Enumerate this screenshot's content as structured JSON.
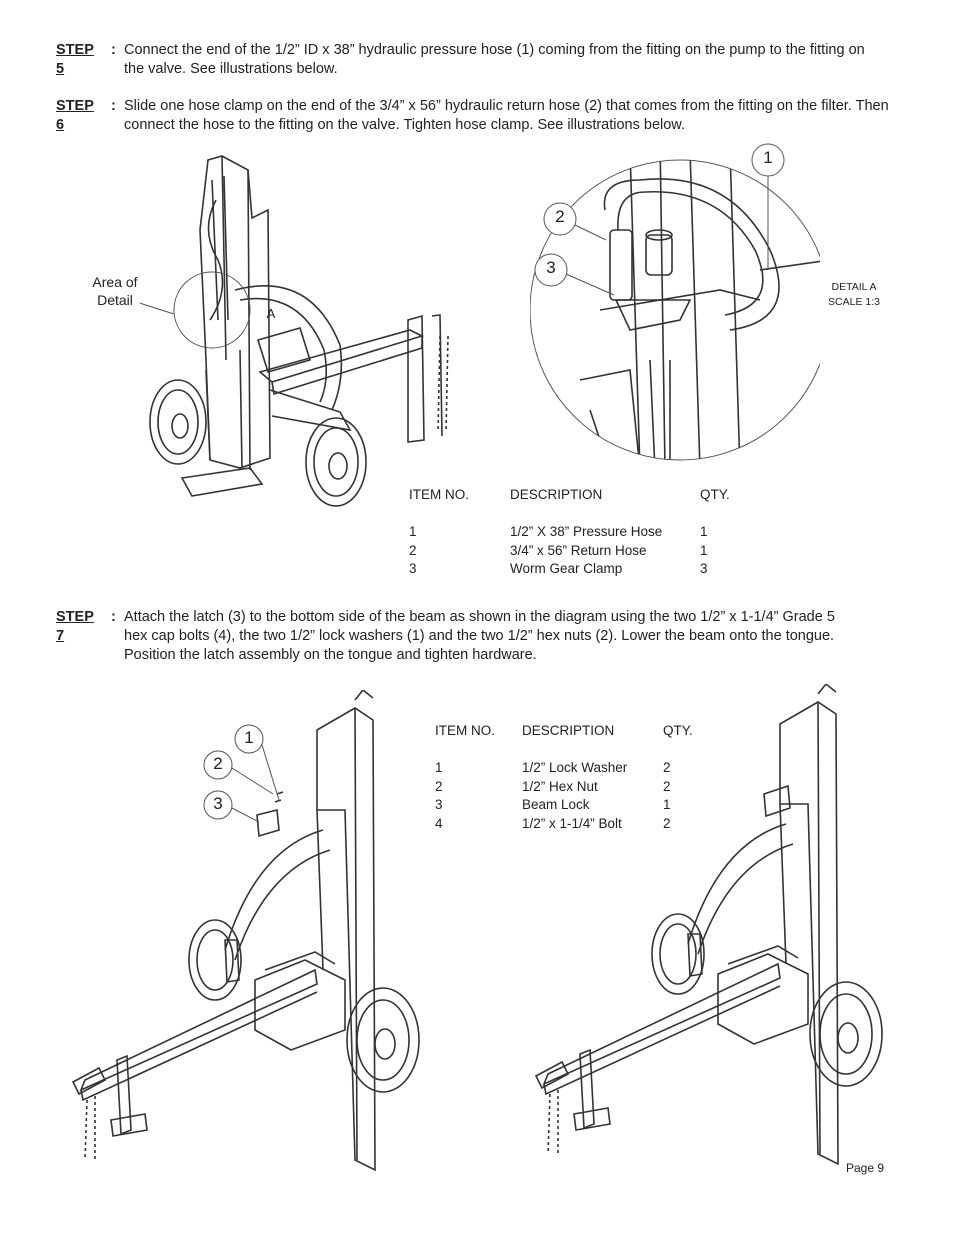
{
  "steps": [
    {
      "label": "STEP 5",
      "text": "Connect the end of the 1/2” ID x 38” hydraulic pressure hose (1) coming from the fitting on the pump to the fitting on the valve. See illustrations below."
    },
    {
      "label": "STEP 6",
      "text": "Slide one hose clamp on the end of the 3/4” x 56” hydraulic return hose (2) that comes from the fitting on the filter. Then connect the hose to the fitting on the valve. Tighten hose clamp. See illustrations below."
    },
    {
      "label": "STEP 7",
      "text": "Attach the latch (3) to the bottom side of the beam as shown in the diagram using the two 1/2” x 1-1/4” Grade 5 hex cap bolts (4), the two 1/2” lock washers (1) and the two 1/2” hex nuts (2). Lower the beam onto the tongue. Position the latch assembly on the tongue and tighten hardware."
    }
  ],
  "figure1": {
    "area_label_line1": "Area of",
    "area_label_line2": "Detail",
    "marker": "A",
    "detail_line1": "DETAIL A",
    "detail_line2": "SCALE 1:3",
    "callouts": [
      "1",
      "2",
      "3"
    ]
  },
  "table1": {
    "headers": [
      "ITEM NO.",
      "DESCRIPTION",
      "QTY."
    ],
    "rows": [
      [
        "1",
        "1/2” X 38” Pressure Hose",
        "1"
      ],
      [
        "2",
        "3/4” x 56” Return Hose",
        "1"
      ],
      [
        "3",
        "Worm Gear Clamp",
        "3"
      ]
    ]
  },
  "figure2": {
    "callouts": [
      "1",
      "2",
      "3"
    ]
  },
  "table2": {
    "headers": [
      "ITEM NO.",
      "DESCRIPTION",
      "QTY."
    ],
    "rows": [
      [
        "1",
        "1/2” Lock Washer",
        "2"
      ],
      [
        "2",
        "1/2” Hex Nut",
        "2"
      ],
      [
        "3",
        "Beam Lock",
        "1"
      ],
      [
        "4",
        "1/2” x 1-1/4”  Bolt",
        "2"
      ]
    ]
  },
  "page_number": "Page 9"
}
